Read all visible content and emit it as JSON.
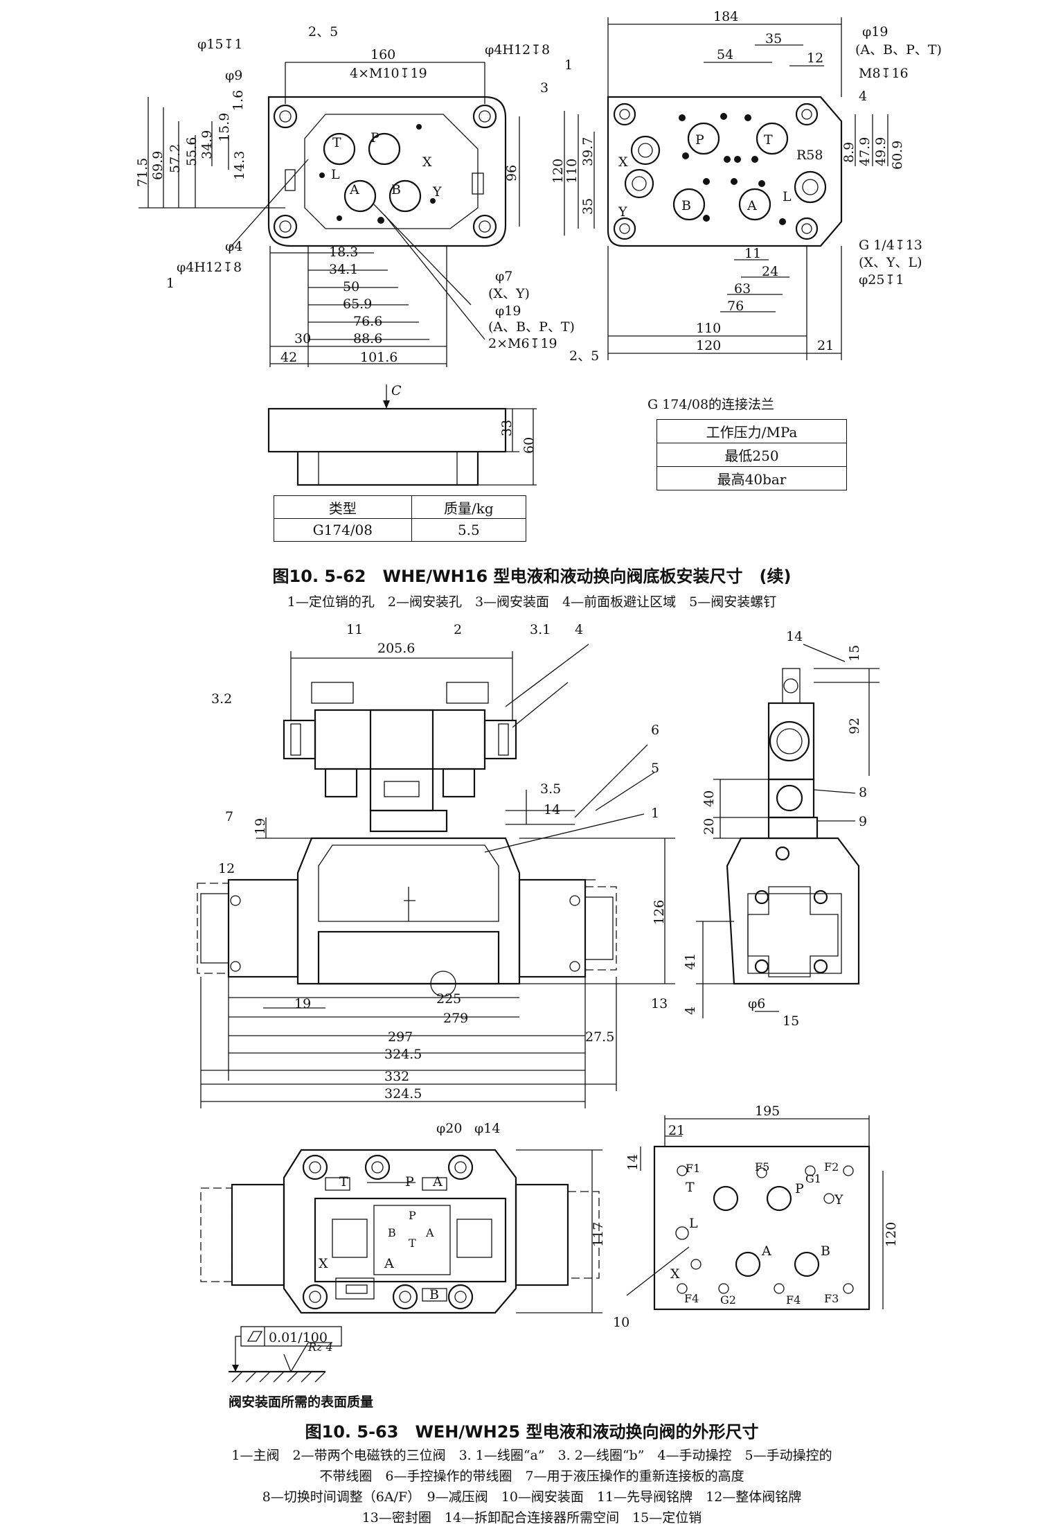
{
  "fig62": {
    "plan_dims": [
      "φ15↧1",
      "2、5",
      "160",
      "4×M10↧19",
      "φ4H12↧8",
      "1",
      "φ9",
      "1.6",
      "3",
      "15.9",
      "34.9",
      "55.6",
      "57.2",
      "69.9",
      "71.5",
      "14.3",
      "96",
      "φ4",
      "φ4H12↧8",
      "1",
      "18.3",
      "34.1",
      "50",
      "65.9",
      "76.6",
      "88.6",
      "30",
      "42",
      "101.6",
      "φ7",
      "(X、Y)",
      "φ19",
      "(A、B、P、T)",
      "2×M6↧19",
      "2、5"
    ],
    "plan_ports": [
      "T",
      "P",
      "X",
      "L",
      "A",
      "B",
      "Y"
    ],
    "face_dims": [
      "184",
      "54",
      "35",
      "12",
      "φ19",
      "(A、B、P、T)",
      "M8↧16",
      "4",
      "120",
      "110",
      "39.7",
      "35",
      "R58",
      "8.9",
      "47.9",
      "49.9",
      "60.9",
      "G 1/4↧13",
      "(X、Y、L)",
      "φ25↧1",
      "11",
      "24",
      "63",
      "76",
      "110",
      "120",
      "21"
    ],
    "face_ports": [
      "P",
      "T",
      "X",
      "Y",
      "B",
      "A",
      "L"
    ],
    "side_dims": [
      "C",
      "33",
      "60"
    ],
    "mass_table": {
      "headers": [
        "类型",
        "质量/kg"
      ],
      "row": [
        "G174/08",
        "5.5"
      ]
    },
    "flange_table": {
      "title": "G 174/08的连接法兰",
      "rows": [
        "工作压力/MPa",
        "最低250",
        "最高40bar"
      ]
    },
    "caption": "图10. 5-62　WHE/WH16 型电液和液动换向阀底板安装尺寸　(续)",
    "legend": "1—定位销的孔　2—阀安装孔　3—阀安装面　4—前面板避让区域　5—阀安装螺钉"
  },
  "fig63": {
    "front_labels": [
      "11",
      "2",
      "3.1",
      "4",
      "205.6",
      "3.2",
      "6",
      "5",
      "3.5",
      "14",
      "7",
      "19",
      "12",
      "1",
      "126",
      "13",
      "41",
      "4",
      "19",
      "225",
      "279",
      "297",
      "27.5",
      "324.5",
      "332",
      "324.5"
    ],
    "side_labels": [
      "14",
      "15",
      "92",
      "40",
      "20",
      "8",
      "9",
      "φ6",
      "15"
    ],
    "top_labels": [
      "φ20",
      "φ14",
      "T",
      "P",
      "A",
      "B",
      "X",
      "A",
      "117"
    ],
    "face_labels": [
      "195",
      "21",
      "14",
      "F1",
      "F5",
      "G1",
      "F2",
      "T",
      "P",
      "Y",
      "L",
      "A",
      "B",
      "X",
      "F4",
      "G2",
      "F4",
      "F3",
      "120",
      "10"
    ],
    "ports_small": [
      "P",
      "B",
      "T",
      "A"
    ],
    "tolerance": "0.01/100",
    "roughness": "Rz 4",
    "surface_caption": "阀安装面所需的表面质量",
    "caption": "图10. 5-63　WEH/WH25 型电液和液动换向阀的外形尺寸",
    "legend_lines": [
      "1—主阀　2—带两个电磁铁的三位阀　3. 1—线圈“a”　3. 2—线圈“b”　4—手动操控　5—手动操控的",
      "不带线圈　6—手控操作的带线圈　7—用于液压操作的重新连接板的高度",
      "8—切换时间调整（6A/F）　9—减压阀　10—阀安装面　11—先导阀铭牌　12—整体阀铭牌",
      "13—密封圈　14—拆卸配合连接器所需空间　15—定位销"
    ]
  }
}
